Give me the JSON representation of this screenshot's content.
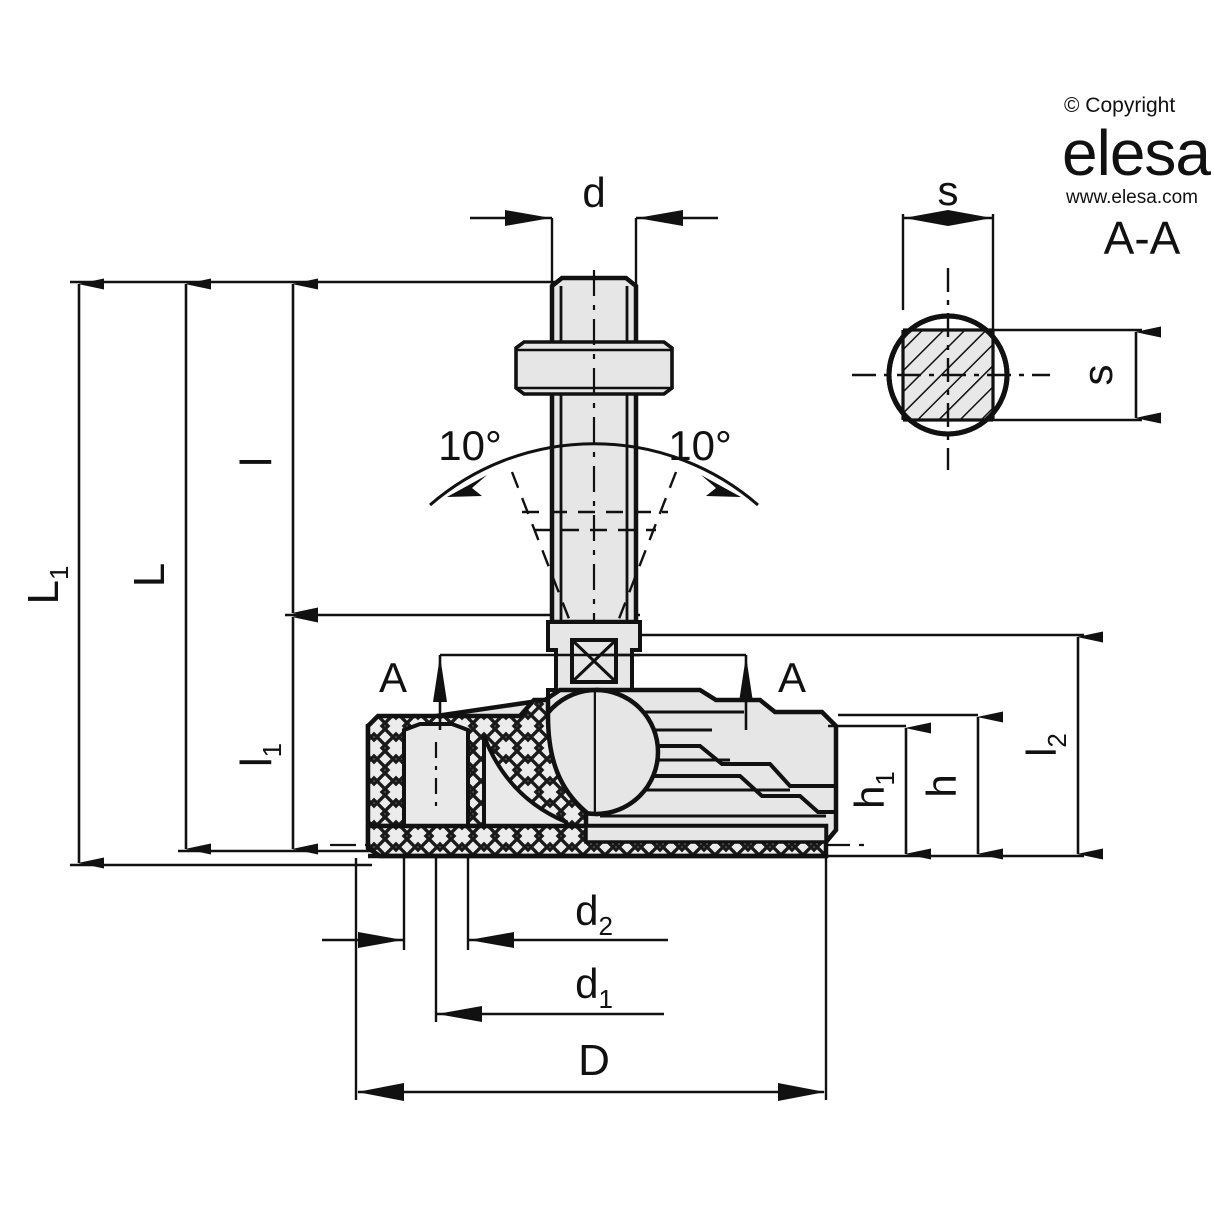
{
  "drawing": {
    "title": "Leveling element technical drawing",
    "type": "engineering-dimension-drawing",
    "line_color": "#111111",
    "fill_color": "#e6e6e6",
    "hatch_color": "#1a1a1a",
    "background": "#ffffff"
  },
  "watermark": {
    "copyright": "© Copyright",
    "brand": "elesa",
    "website": "www.elesa.com",
    "color": "#d6d6d6"
  },
  "section_view": {
    "label": "A-A",
    "marker_left": "A",
    "marker_right": "A",
    "width_dim": "s",
    "height_dim": "s"
  },
  "angles": {
    "left": "10°",
    "right": "10°"
  },
  "dimensions": {
    "top": [
      {
        "name": "d",
        "label": "d",
        "orientation": "horizontal"
      }
    ],
    "left": [
      {
        "name": "L1",
        "base": "L",
        "sub": "1",
        "orientation": "vertical"
      },
      {
        "name": "L",
        "base": "L",
        "sub": "",
        "orientation": "vertical"
      },
      {
        "name": "l",
        "base": "l",
        "sub": "",
        "orientation": "vertical"
      },
      {
        "name": "l1",
        "base": "l",
        "sub": "1",
        "orientation": "vertical"
      }
    ],
    "right": [
      {
        "name": "h1",
        "base": "h",
        "sub": "1",
        "orientation": "vertical"
      },
      {
        "name": "h",
        "base": "h",
        "sub": "",
        "orientation": "vertical"
      },
      {
        "name": "l2",
        "base": "l",
        "sub": "2",
        "orientation": "vertical"
      }
    ],
    "bottom": [
      {
        "name": "d2",
        "base": "d",
        "sub": "2",
        "orientation": "horizontal"
      },
      {
        "name": "d1",
        "base": "d",
        "sub": "1",
        "orientation": "horizontal"
      },
      {
        "name": "D",
        "base": "D",
        "sub": "",
        "orientation": "horizontal"
      }
    ]
  }
}
